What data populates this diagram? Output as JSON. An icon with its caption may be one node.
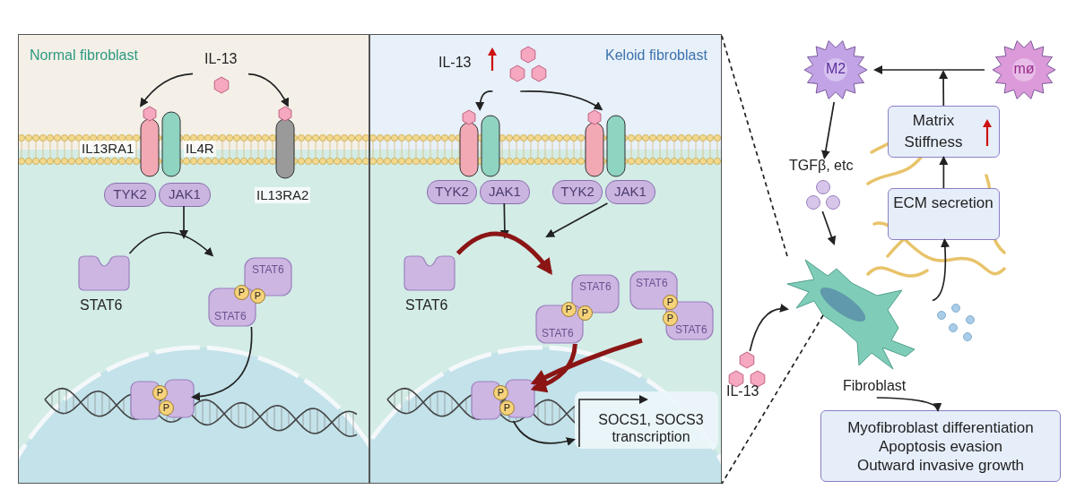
{
  "diagram": {
    "nodes": [
      {
        "text": [
          "Normal fibroblast"
        ]
      },
      {
        "text": [
          "IL-13"
        ],
        "in": 0
      },
      {
        "text": [
          "IL13RA1"
        ],
        "in": 0
      },
      {
        "text": [
          "IL4R"
        ],
        "in": 0
      },
      {
        "text": [
          "IL13RA2"
        ],
        "in": 0
      },
      {
        "text": [
          "TYK2"
        ],
        "in": 0
      },
      {
        "text": [
          "JAK1"
        ],
        "in": 0
      },
      {
        "text": [
          "STAT6"
        ],
        "in": 0
      },
      {
        "text": [
          "STAT6",
          "P",
          "P",
          "STAT6"
        ],
        "in": 0
      },
      {
        "text": [
          "P",
          "P"
        ],
        "in": 0
      },
      {
        "text": [
          "Keloid fibroblast"
        ]
      },
      {
        "text": [
          "IL-13"
        ],
        "in": 10
      },
      {
        "text": [],
        "shape": "picture",
        "in": 10
      },
      {
        "text": [],
        "shape": "picture",
        "in": 10
      },
      {
        "text": [
          "TYK2"
        ],
        "in": 10
      },
      {
        "text": [
          "JAK1"
        ],
        "in": 10
      },
      {
        "text": [
          "TYK2"
        ],
        "in": 10
      },
      {
        "text": [
          "JAK1"
        ],
        "in": 10
      },
      {
        "text": [
          "STAT6"
        ],
        "in": 10
      },
      {
        "text": [
          "STAT6",
          "P",
          "P",
          "STAT6"
        ],
        "in": 10
      },
      {
        "text": [
          "STAT6",
          "P",
          "P",
          "STAT6"
        ],
        "in": 10
      },
      {
        "text": [
          "P",
          "P"
        ],
        "in": 10
      },
      {
        "text": [
          "SOCS1, SOCS3 transcription"
        ],
        "in": 10
      },
      {
        "text": [
          "M2"
        ]
      },
      {
        "text": [
          "mø"
        ]
      },
      {
        "text": [
          "Matrix Stiffness"
        ]
      },
      {
        "text": [
          "TGFβ, etc"
        ]
      },
      {
        "text": [
          "ECM secretion"
        ]
      },
      {
        "text": [
          "Fibroblast"
        ]
      },
      {
        "text": [
          "IL-13"
        ]
      },
      {
        "text": [
          "Myofibroblast differentiation",
          "Apoptosis evasion",
          "Outward invasive growth"
        ]
      }
    ],
    "edges": [
      {
        "from": 1,
        "to": 2,
        "arrow": "to"
      },
      {
        "from": 1,
        "to": 4,
        "arrow": "to"
      },
      {
        "from": 6,
        "to": null,
        "arrow": "to"
      },
      {
        "from": 7,
        "to": 8,
        "arrow": "to"
      },
      {
        "from": 8,
        "to": 9,
        "arrow": "to"
      },
      {
        "from": 11,
        "to": 12,
        "arrow": "to"
      },
      {
        "from": 11,
        "to": 13,
        "arrow": "to"
      },
      {
        "from": 15,
        "to": null,
        "arrow": "to"
      },
      {
        "from": 17,
        "to": null,
        "arrow": "to"
      },
      {
        "from": 18,
        "to": 19,
        "arrow": "to",
        "style": "thick",
        "color": "#8b1515"
      },
      {
        "from": 19,
        "to": 21,
        "arrow": "to",
        "style": "thick",
        "color": "#8b1515"
      },
      {
        "from": 20,
        "to": 21,
        "arrow": "to",
        "style": "thick",
        "color": "#8b1515"
      },
      {
        "from": 21,
        "to": 22,
        "arrow": "to"
      },
      {
        "from": 24,
        "to": 23,
        "arrow": "to"
      },
      {
        "from": 25,
        "to": null,
        "arrow": "to"
      },
      {
        "from": 23,
        "to": 26,
        "arrow": "to"
      },
      {
        "from": 26,
        "to": 28,
        "arrow": "to"
      },
      {
        "from": 29,
        "to": 28,
        "arrow": "to"
      },
      {
        "from": 28,
        "to": 27,
        "arrow": "to"
      },
      {
        "from": 27,
        "to": 25,
        "arrow": "to"
      },
      {
        "from": 28,
        "to": 30,
        "arrow": "to"
      },
      {
        "from": 28,
        "to": 10,
        "arrow": "none",
        "style": "dashed"
      },
      {
        "from": 28,
        "to": 10,
        "arrow": "none",
        "style": "dashed"
      }
    ]
  }
}
